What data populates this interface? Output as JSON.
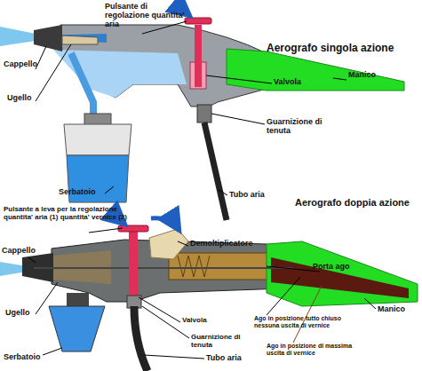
{
  "diagram": {
    "labels": [
      "Aerografo singola azione",
      "Pulsante di regolazione quantita' aria",
      "Cappello",
      "Ugello",
      "Valvola",
      "Manico",
      "Guarnizione di tenuta",
      "Serbatoio",
      "Tubo aria",
      "Aerografo doppia azione",
      "Pulsante a leva per la regolazione quantita' aria (1) quantita' vernice (2)",
      "Demoltiplicatore",
      "Cappello",
      "Porta ago",
      "Valvola",
      "Ugello",
      "Guarnizione di tenuta",
      "Manico",
      "Ago in posizione tutto chiuso nessuna uscita di vernice",
      "Ago in posizione di massima uscita di vernice",
      "Serbatoio",
      "Tubo aria"
    ]
  }
}
